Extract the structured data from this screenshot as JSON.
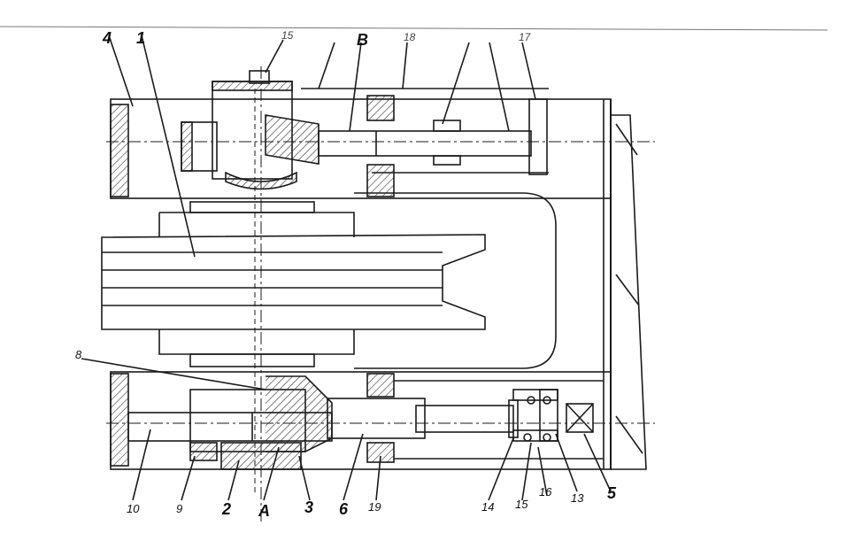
{
  "labels": {
    "l4": "4",
    "l1": "1",
    "l15_top": "15",
    "lB": "B",
    "l18": "18",
    "l17": "17",
    "l8": "8",
    "l10": "10",
    "l9": "9",
    "l2": "2",
    "lA": "A",
    "l3": "3",
    "l6": "6",
    "l19": "19",
    "l14": "14",
    "l15": "15",
    "l16": "16",
    "l13": "13",
    "l5": "5"
  },
  "colors": {
    "ink": "#1a1a1a",
    "hatch": "#333333",
    "paper": "#ffffff"
  }
}
